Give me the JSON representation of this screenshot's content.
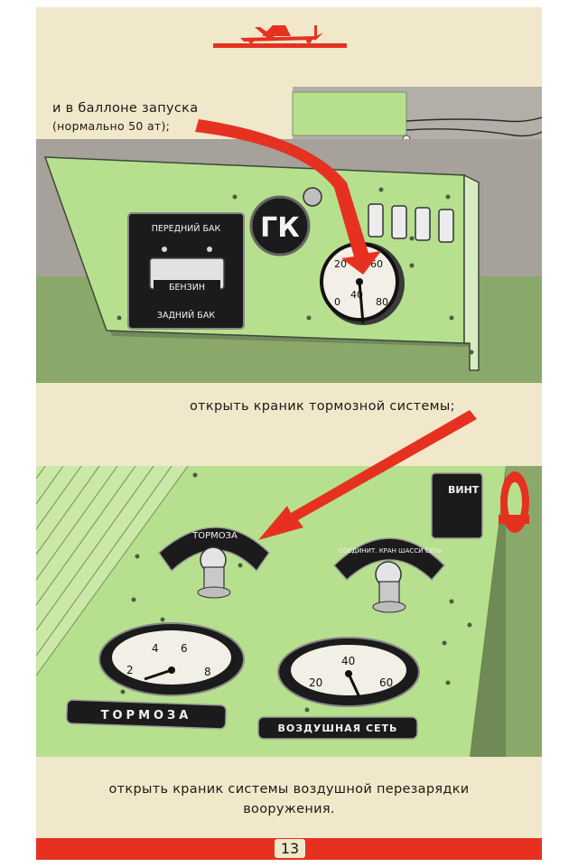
{
  "page": {
    "caption_top_line1": "и в баллоне запуска",
    "caption_top_line2": "(нормально 50 ат);",
    "caption_middle": "открыть краник тормозной системы;",
    "caption_bottom_line1": "открыть краник системы воздушной перезарядки",
    "caption_bottom_line2": "вооружения.",
    "page_number": "13"
  },
  "panel_top": {
    "fuel_panel_top": "ПЕРЕДНИЙ БАК",
    "fuel_panel_switch": "БЕНЗИН",
    "fuel_panel_bottom": "ЗАДНИЙ БАК",
    "gk_label": "ГК",
    "gauge_ticks": [
      "0",
      "20",
      "40",
      "60",
      "80"
    ]
  },
  "panel_bottom": {
    "valve_left_label": "ТОРМОЗА",
    "valve_right_label": "СОЕДИНИТ. КРАН ШАССИ СЕТЬ",
    "gauge_left_ticks": [
      "2",
      "4",
      "6",
      "8"
    ],
    "gauge_right_ticks": [
      "20",
      "40",
      "60"
    ],
    "plate_left": "ТОРМОЗА",
    "plate_right": "ВОЗДУШНАЯ СЕТЬ",
    "vint_label": "ВИНТ"
  },
  "colors": {
    "paper": "#f1e8cb",
    "panel_green": "#b6e08e",
    "floor_green": "#8aa86a",
    "wall_grey": "#a6a19a",
    "arrow_red": "#e63120",
    "dark": "#1e1a16"
  }
}
